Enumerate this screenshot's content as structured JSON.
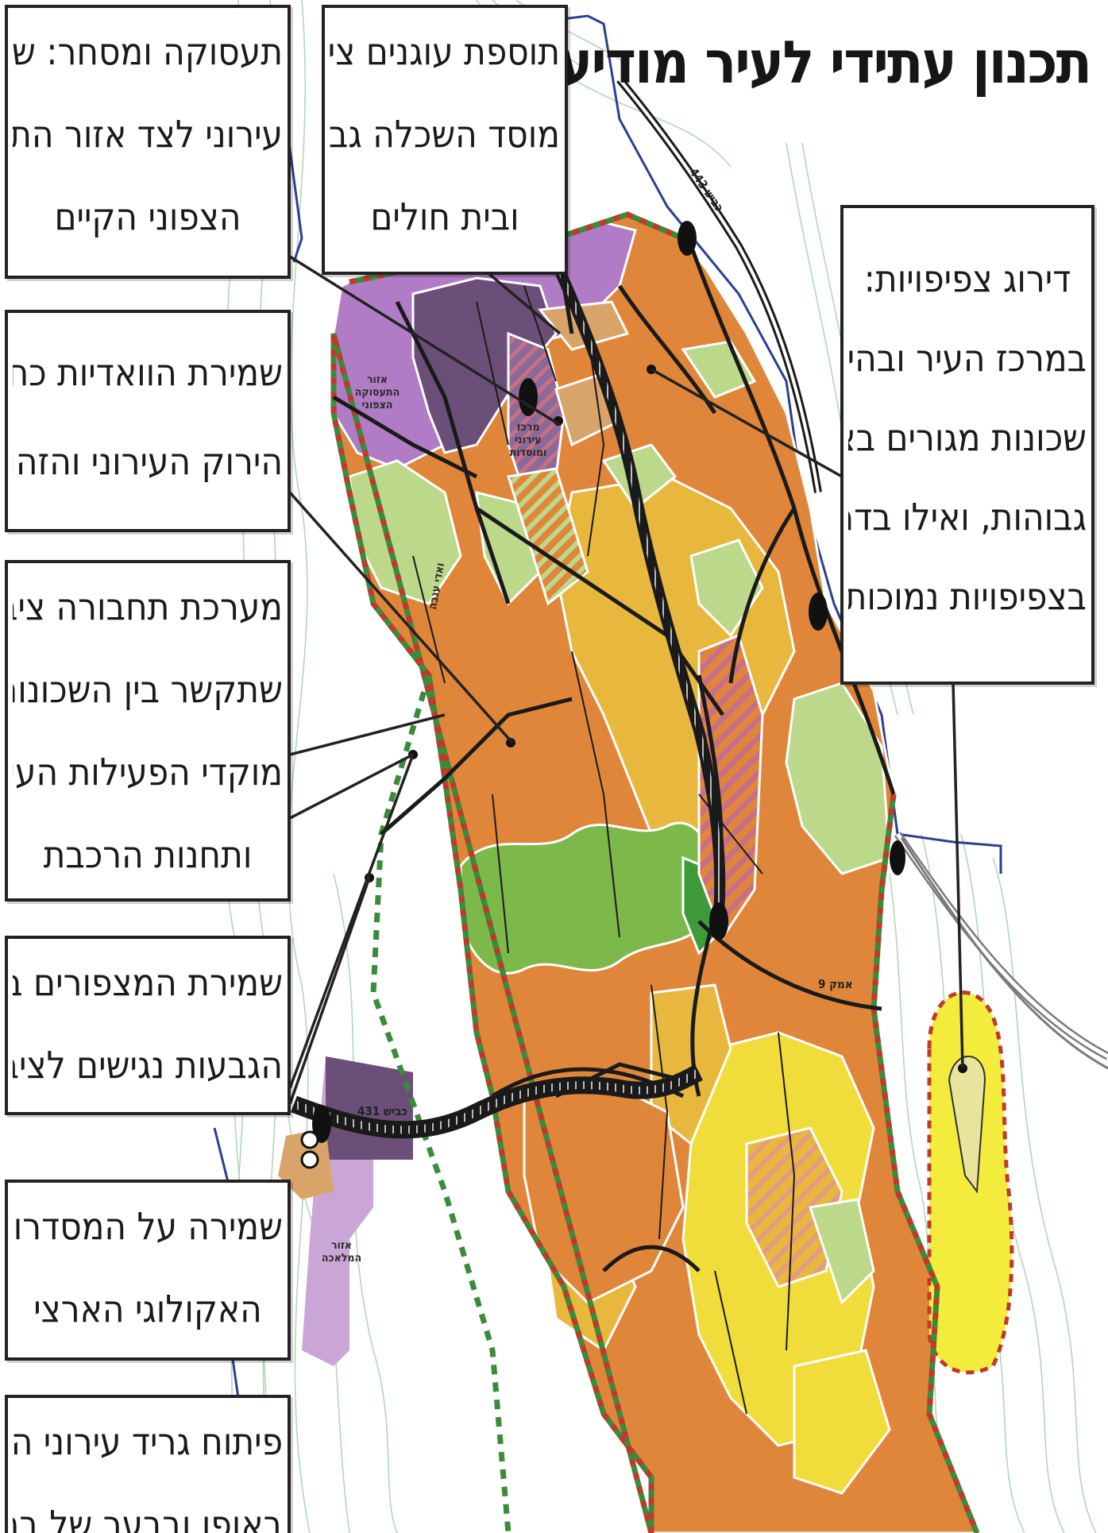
{
  "title": "תכנון עתידי לעיר מודיעין",
  "callouts": [
    {
      "id": "employment",
      "lines": [
        "תעסוקה ומסחר: שילוב מרכז",
        "עירוני לצד אזור התעסוקה",
        "הצפוני הקיים"
      ]
    },
    {
      "id": "public-anchors",
      "lines": [
        "תוספת עוגנים ציבוריים:",
        "מוסד השכלה גבוהה",
        "ובית חולים"
      ]
    },
    {
      "id": "density",
      "lines": [
        "דירוג צפיפויות:",
        "במרכז העיר ובהיקפו יוקמו",
        "שכונות מגורים בצפיפויות",
        "גבוהות, ואילו בדרום העיר",
        "בצפיפויות נמוכות"
      ]
    },
    {
      "id": "wadis",
      "lines": [
        "שמירת הוואדיות כחלק מהשלד",
        "הירוק העירוני והזהות העירונית"
      ]
    },
    {
      "id": "transit",
      "lines": [
        "מערכת תחבורה ציבורית יעילה",
        "שתקשר בין השכונות,",
        "מוקדי הפעילות העירוניים",
        "ותחנות הרכבת"
      ]
    },
    {
      "id": "lookouts",
      "lines": [
        "שמירת המצפורים בראשי",
        "הגבעות נגישים לציבור"
      ]
    },
    {
      "id": "ecological-corridor",
      "lines": [
        "שמירה על המסדרון",
        "האקולוגי הארצי"
      ]
    },
    {
      "id": "core",
      "lines": [
        "פיתוח גריד עירוני הרכז,",
        "באופן ובבער של בחובת"
      ]
    }
  ],
  "map_labels": {
    "employment_zone": [
      "אזור",
      "התעסוקה",
      "הצפוני"
    ],
    "city_center": [
      "מרכז",
      "עירוני",
      "ומוסדות"
    ],
    "wadi": "ואדי ענבה",
    "industry_zone": [
      "אזור",
      "המלאכה"
    ],
    "road_431": "כביש 431",
    "road_443": "כביש 443",
    "road_internal": "אמק 9"
  },
  "colors": {
    "orange": "#e0863a",
    "yellow_orange": "#e8b83e",
    "yellow": "#f0dc3a",
    "bright_yellow": "#f4ec3c",
    "light_green": "#bcd88a",
    "mid_green": "#7db84a",
    "dark_green": "#3f9a3a",
    "purple": "#b07cc6",
    "dark_purple": "#6b4f78",
    "lavender": "#c9a6d6",
    "tan": "#d9a46a",
    "hatch_pink": "#c86f86",
    "boundary_blue": "#2c3e94",
    "boundary_dashed_red": "#c0392b",
    "boundary_dashed_green": "#3c8a3c",
    "contour": "#a8d4ad"
  }
}
